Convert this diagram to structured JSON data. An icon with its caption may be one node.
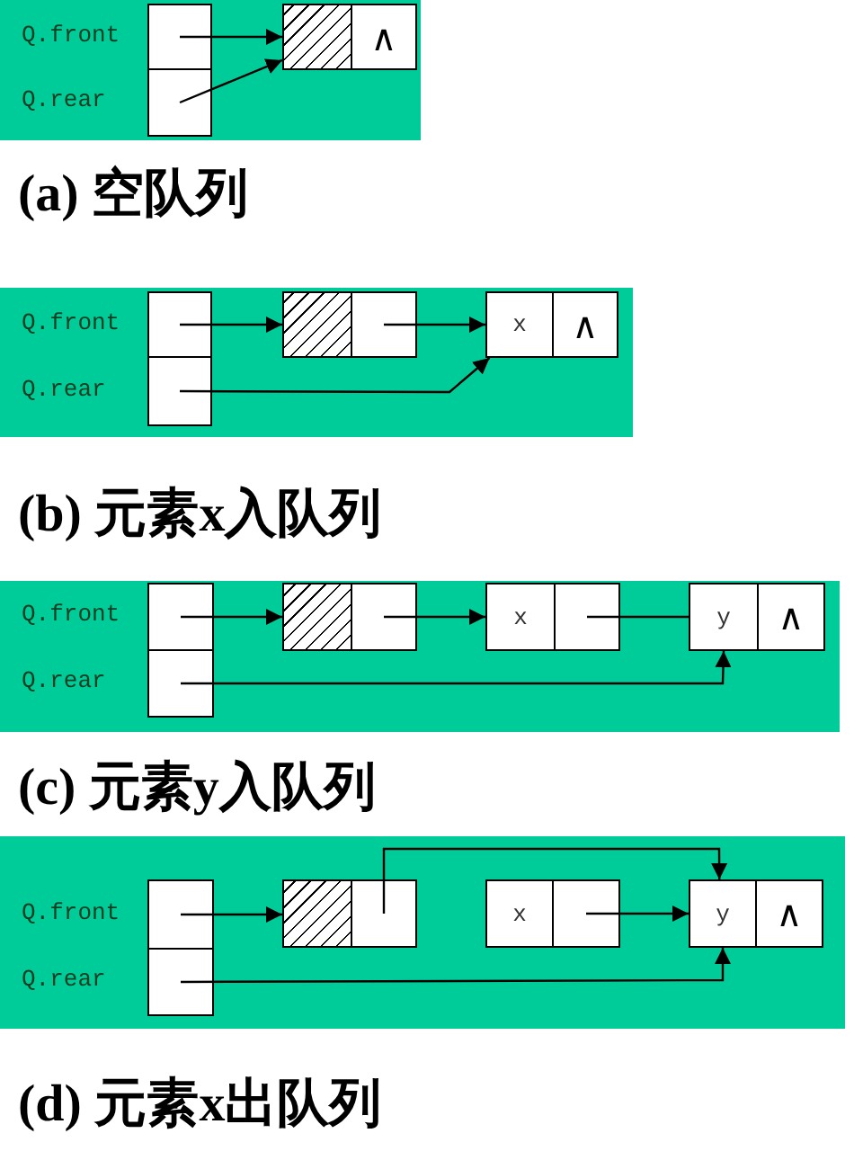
{
  "diagram": {
    "nodes": [
      {
        "text": [
          "(a) 空队列"
        ]
      },
      {
        "text": [],
        "shape": "box",
        "beside": [
          "Q.front"
        ],
        "in": 0
      },
      {
        "text": [],
        "shape": "box",
        "beside": [
          "Q.rear"
        ],
        "in": 0
      },
      {
        "text": [],
        "shape": "box",
        "in": 0
      },
      {
        "text": [
          "∧"
        ],
        "in": 0
      },
      {
        "text": [
          "(b) 元素x入队列"
        ]
      },
      {
        "text": [],
        "shape": "box",
        "beside": [
          "Q.front"
        ],
        "in": 5
      },
      {
        "text": [],
        "shape": "box",
        "beside": [
          "Q.rear"
        ],
        "in": 5
      },
      {
        "text": [],
        "shape": "box",
        "in": 5
      },
      {
        "text": [],
        "shape": "box",
        "in": 5
      },
      {
        "text": [
          "x"
        ],
        "in": 5
      },
      {
        "text": [
          "∧"
        ],
        "in": 5
      },
      {
        "text": [
          "(c) 元素y入队列"
        ]
      },
      {
        "text": [],
        "shape": "box",
        "beside": [
          "Q.front"
        ],
        "in": 12
      },
      {
        "text": [],
        "shape": "box",
        "beside": [
          "Q.rear"
        ],
        "in": 12
      },
      {
        "text": [],
        "shape": "box",
        "in": 12
      },
      {
        "text": [],
        "shape": "box",
        "in": 12
      },
      {
        "text": [
          "x"
        ],
        "in": 12
      },
      {
        "text": [],
        "shape": "box",
        "in": 12
      },
      {
        "text": [
          "y"
        ],
        "in": 12
      },
      {
        "text": [
          "∧"
        ],
        "in": 12
      },
      {
        "text": [
          "(d) 元素x出队列"
        ]
      },
      {
        "text": [],
        "shape": "box",
        "beside": [
          "Q.front"
        ],
        "in": 21
      },
      {
        "text": [],
        "shape": "box",
        "beside": [
          "Q.rear"
        ],
        "in": 21
      },
      {
        "text": [],
        "shape": "box",
        "in": 21
      },
      {
        "text": [],
        "shape": "box",
        "in": 21
      },
      {
        "text": [
          "x"
        ],
        "in": 21
      },
      {
        "text": [],
        "shape": "box",
        "in": 21
      },
      {
        "text": [
          "y"
        ],
        "in": 21
      },
      {
        "text": [
          "∧"
        ],
        "in": 21
      }
    ],
    "edges": [
      {
        "from": 1,
        "to": 3,
        "arrow": "to"
      },
      {
        "from": 2,
        "to": 3,
        "arrow": "to"
      },
      {
        "from": 6,
        "to": 8,
        "arrow": "to"
      },
      {
        "from": 9,
        "to": 10,
        "arrow": "to"
      },
      {
        "from": 7,
        "to": 10,
        "arrow": "to"
      },
      {
        "from": 13,
        "to": 15,
        "arrow": "to"
      },
      {
        "from": 16,
        "to": 17,
        "arrow": "to"
      },
      {
        "from": 18,
        "to": 19,
        "arrow": "none"
      },
      {
        "from": 14,
        "to": 19,
        "arrow": "to"
      },
      {
        "from": 22,
        "to": 24,
        "arrow": "to"
      },
      {
        "from": 25,
        "to": 28,
        "arrow": "to"
      },
      {
        "from": 27,
        "to": 28,
        "arrow": "to"
      },
      {
        "from": 23,
        "to": 28,
        "arrow": "to"
      }
    ]
  }
}
